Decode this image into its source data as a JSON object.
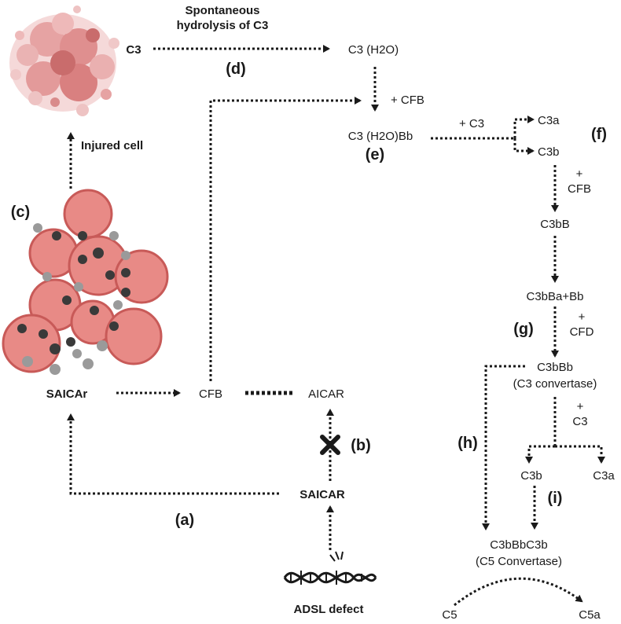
{
  "labels": {
    "spontaneous": "Spontaneous",
    "hydrolysis": "hydrolysis of C3",
    "c3": "C3",
    "c3h2o": "C3 (H2O)",
    "plus_cfb_1": "+ CFB",
    "c3h2obb": "C3 (H2O)Bb",
    "plus_c3_1": "+ C3",
    "c3a_top": "C3a",
    "c3b_top": "C3b",
    "plus_1": "+",
    "cfb_2": "CFB",
    "c3bb": "C3bB",
    "c3bba_bb": "C3bBa+Bb",
    "plus_2": "+",
    "cfd": "CFD",
    "c3bbb": "C3bBb",
    "c3_convertase": "(C3 convertase)",
    "plus_3": "+",
    "c3_2": "C3",
    "c3b_mid": "C3b",
    "c3a_mid": "C3a",
    "c3bbbc3b": "C3bBbC3b",
    "c5_convertase": "(C5 Convertase)",
    "c5": "C5",
    "c5a": "C5a",
    "injured_cell": "Injured cell",
    "saicar_r": "SAICAr",
    "cfb_mid": "CFB",
    "aicar": "AICAR",
    "saicar": "SAICAR",
    "adsl_defect": "ADSL defect"
  },
  "tags": {
    "a": "(a)",
    "b": "(b)",
    "c": "(c)",
    "d": "(d)",
    "e": "(e)",
    "f": "(f)",
    "g": "(g)",
    "h": "(h)",
    "i": "(i)"
  },
  "colors": {
    "cell_fill": "#e88a86",
    "cell_edge": "#c85a58",
    "dark_dot": "#3a3a3a",
    "grey_dot": "#9a9a9a",
    "injured_pink": "#e6a3a3"
  }
}
